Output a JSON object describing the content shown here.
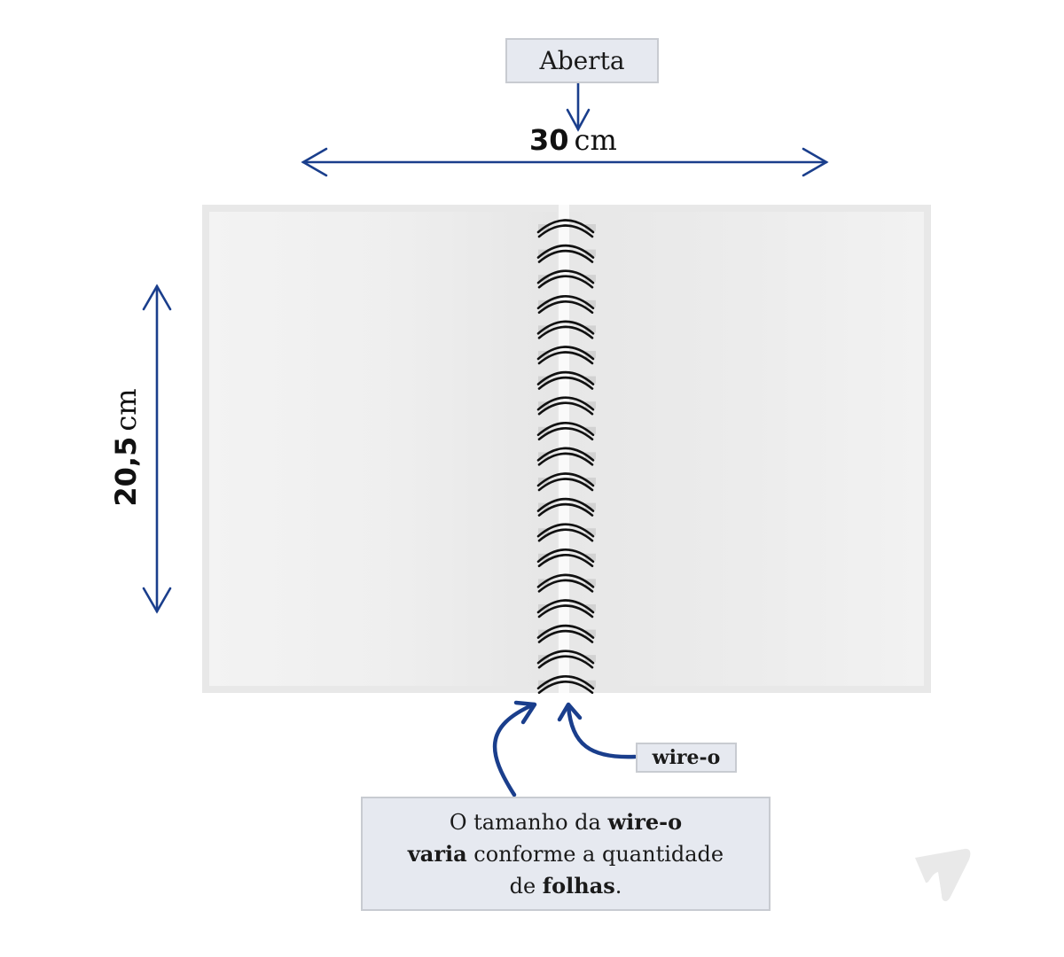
{
  "diagram": {
    "title_box": {
      "label": "Aberta"
    },
    "width_dimension": {
      "value": "30",
      "unit": "cm"
    },
    "height_dimension": {
      "value": "20,5",
      "unit": "cm"
    },
    "binding": {
      "type": "wire-o",
      "loop_count": 19
    },
    "wireo_callout": {
      "label": "wire-o"
    },
    "note": {
      "line1_regular": "O tamanho da ",
      "line1_bold": "wire-o",
      "line2_bold": "varia",
      "line2_regular": " conforme a quantidade",
      "line3_regular": "de ",
      "line3_bold": "folhas",
      "line3_end": "."
    },
    "colors": {
      "arrow": "#1a3e8c",
      "box_fill": "#e6e9f0",
      "box_border": "#c8cbd1",
      "page": "#ececec",
      "wire": "#111111"
    },
    "logo": {
      "icon": "brand-logo-icon"
    }
  }
}
